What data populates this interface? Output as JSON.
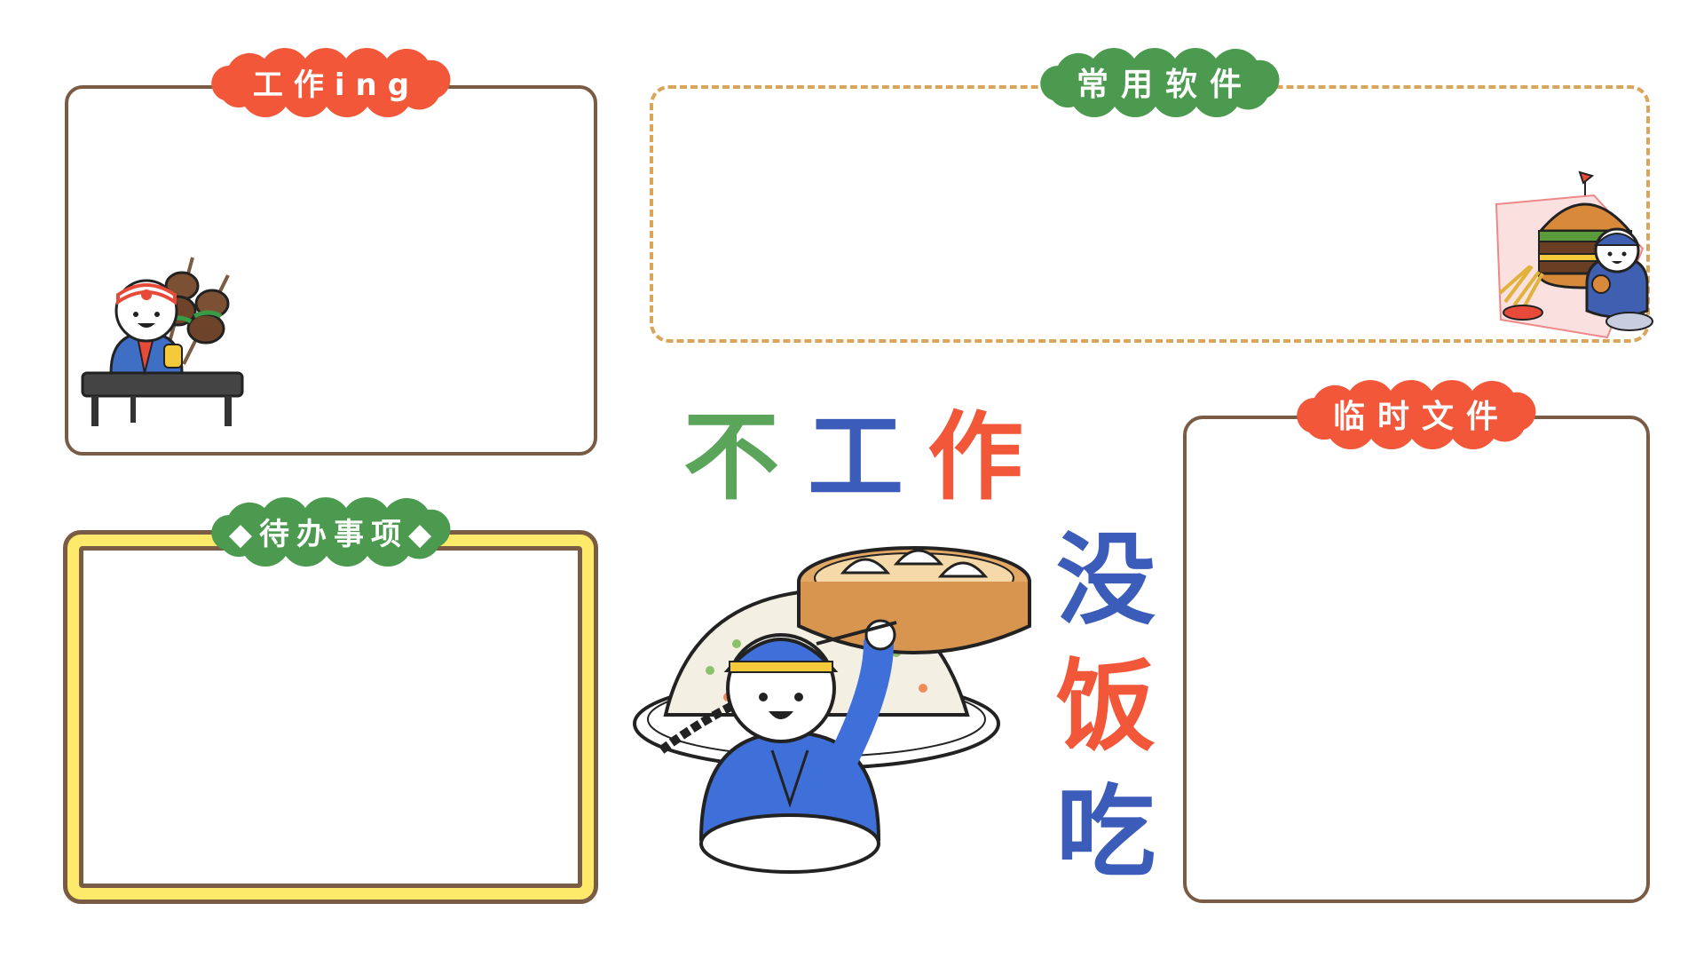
{
  "panels": {
    "work": {
      "title": "工作ing"
    },
    "software": {
      "title": "常用软件"
    },
    "todo": {
      "title": "◆待办事项◆"
    },
    "temp": {
      "title": "临时文件"
    }
  },
  "slogan": {
    "line1": [
      "不",
      "工",
      "作"
    ],
    "line2": [
      "没",
      "饭",
      "吃"
    ]
  },
  "colors": {
    "border_brown": "#7a5c44",
    "dashed_tan": "#d9a55a",
    "todo_yellow": "#fde96a",
    "badge_red": "#f2573a",
    "badge_green": "#4b9a4f",
    "slogan_green": "#5aa55a",
    "slogan_blue": "#3b5cb8",
    "slogan_red": "#f2573a"
  },
  "icons": {
    "work_illustration": "kebab-vendor-icon",
    "software_illustration": "burger-eater-icon",
    "center_illustration": "dumpling-eater-icon"
  }
}
